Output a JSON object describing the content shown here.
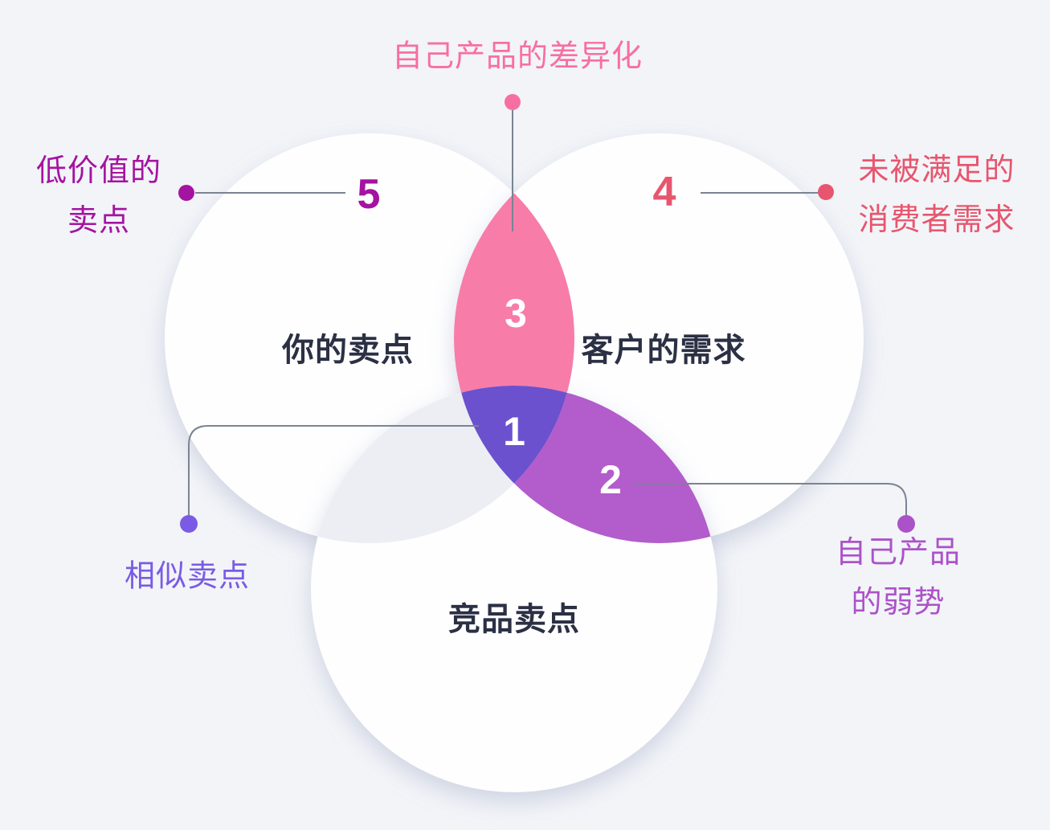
{
  "colors": {
    "background": "#F2F4F8",
    "circle_fill": "#FEFEFF",
    "region_top_lens": "#F87CA8",
    "region_center": "#6B51CE",
    "region_right_lens": "#B35CCB",
    "region_left_lens": "#ECEEF3",
    "connector_line": "#7A8492",
    "circle_label": "#2B3044",
    "magenta": "#A513A1",
    "rose": "#E7566E",
    "pink": "#F76FA2",
    "violet": "#7A5BE4",
    "orchid": "#AC52C8"
  },
  "circles": {
    "left": {
      "label": "你的卖点"
    },
    "right": {
      "label": "客户的需求"
    },
    "bottom": {
      "label": "竞品卖点"
    }
  },
  "callouts": {
    "top": {
      "text": "自己产品的差异化",
      "number": "3"
    },
    "left": {
      "line1": "低价值的",
      "line2": "卖点",
      "number": "5"
    },
    "right": {
      "line1": "未被满足的",
      "line2": "消费者需求",
      "number": "4"
    },
    "bottom_left": {
      "text": "相似卖点",
      "number": "1"
    },
    "bottom_right": {
      "line1": "自己产品",
      "line2": "的弱势",
      "number": "2"
    }
  }
}
